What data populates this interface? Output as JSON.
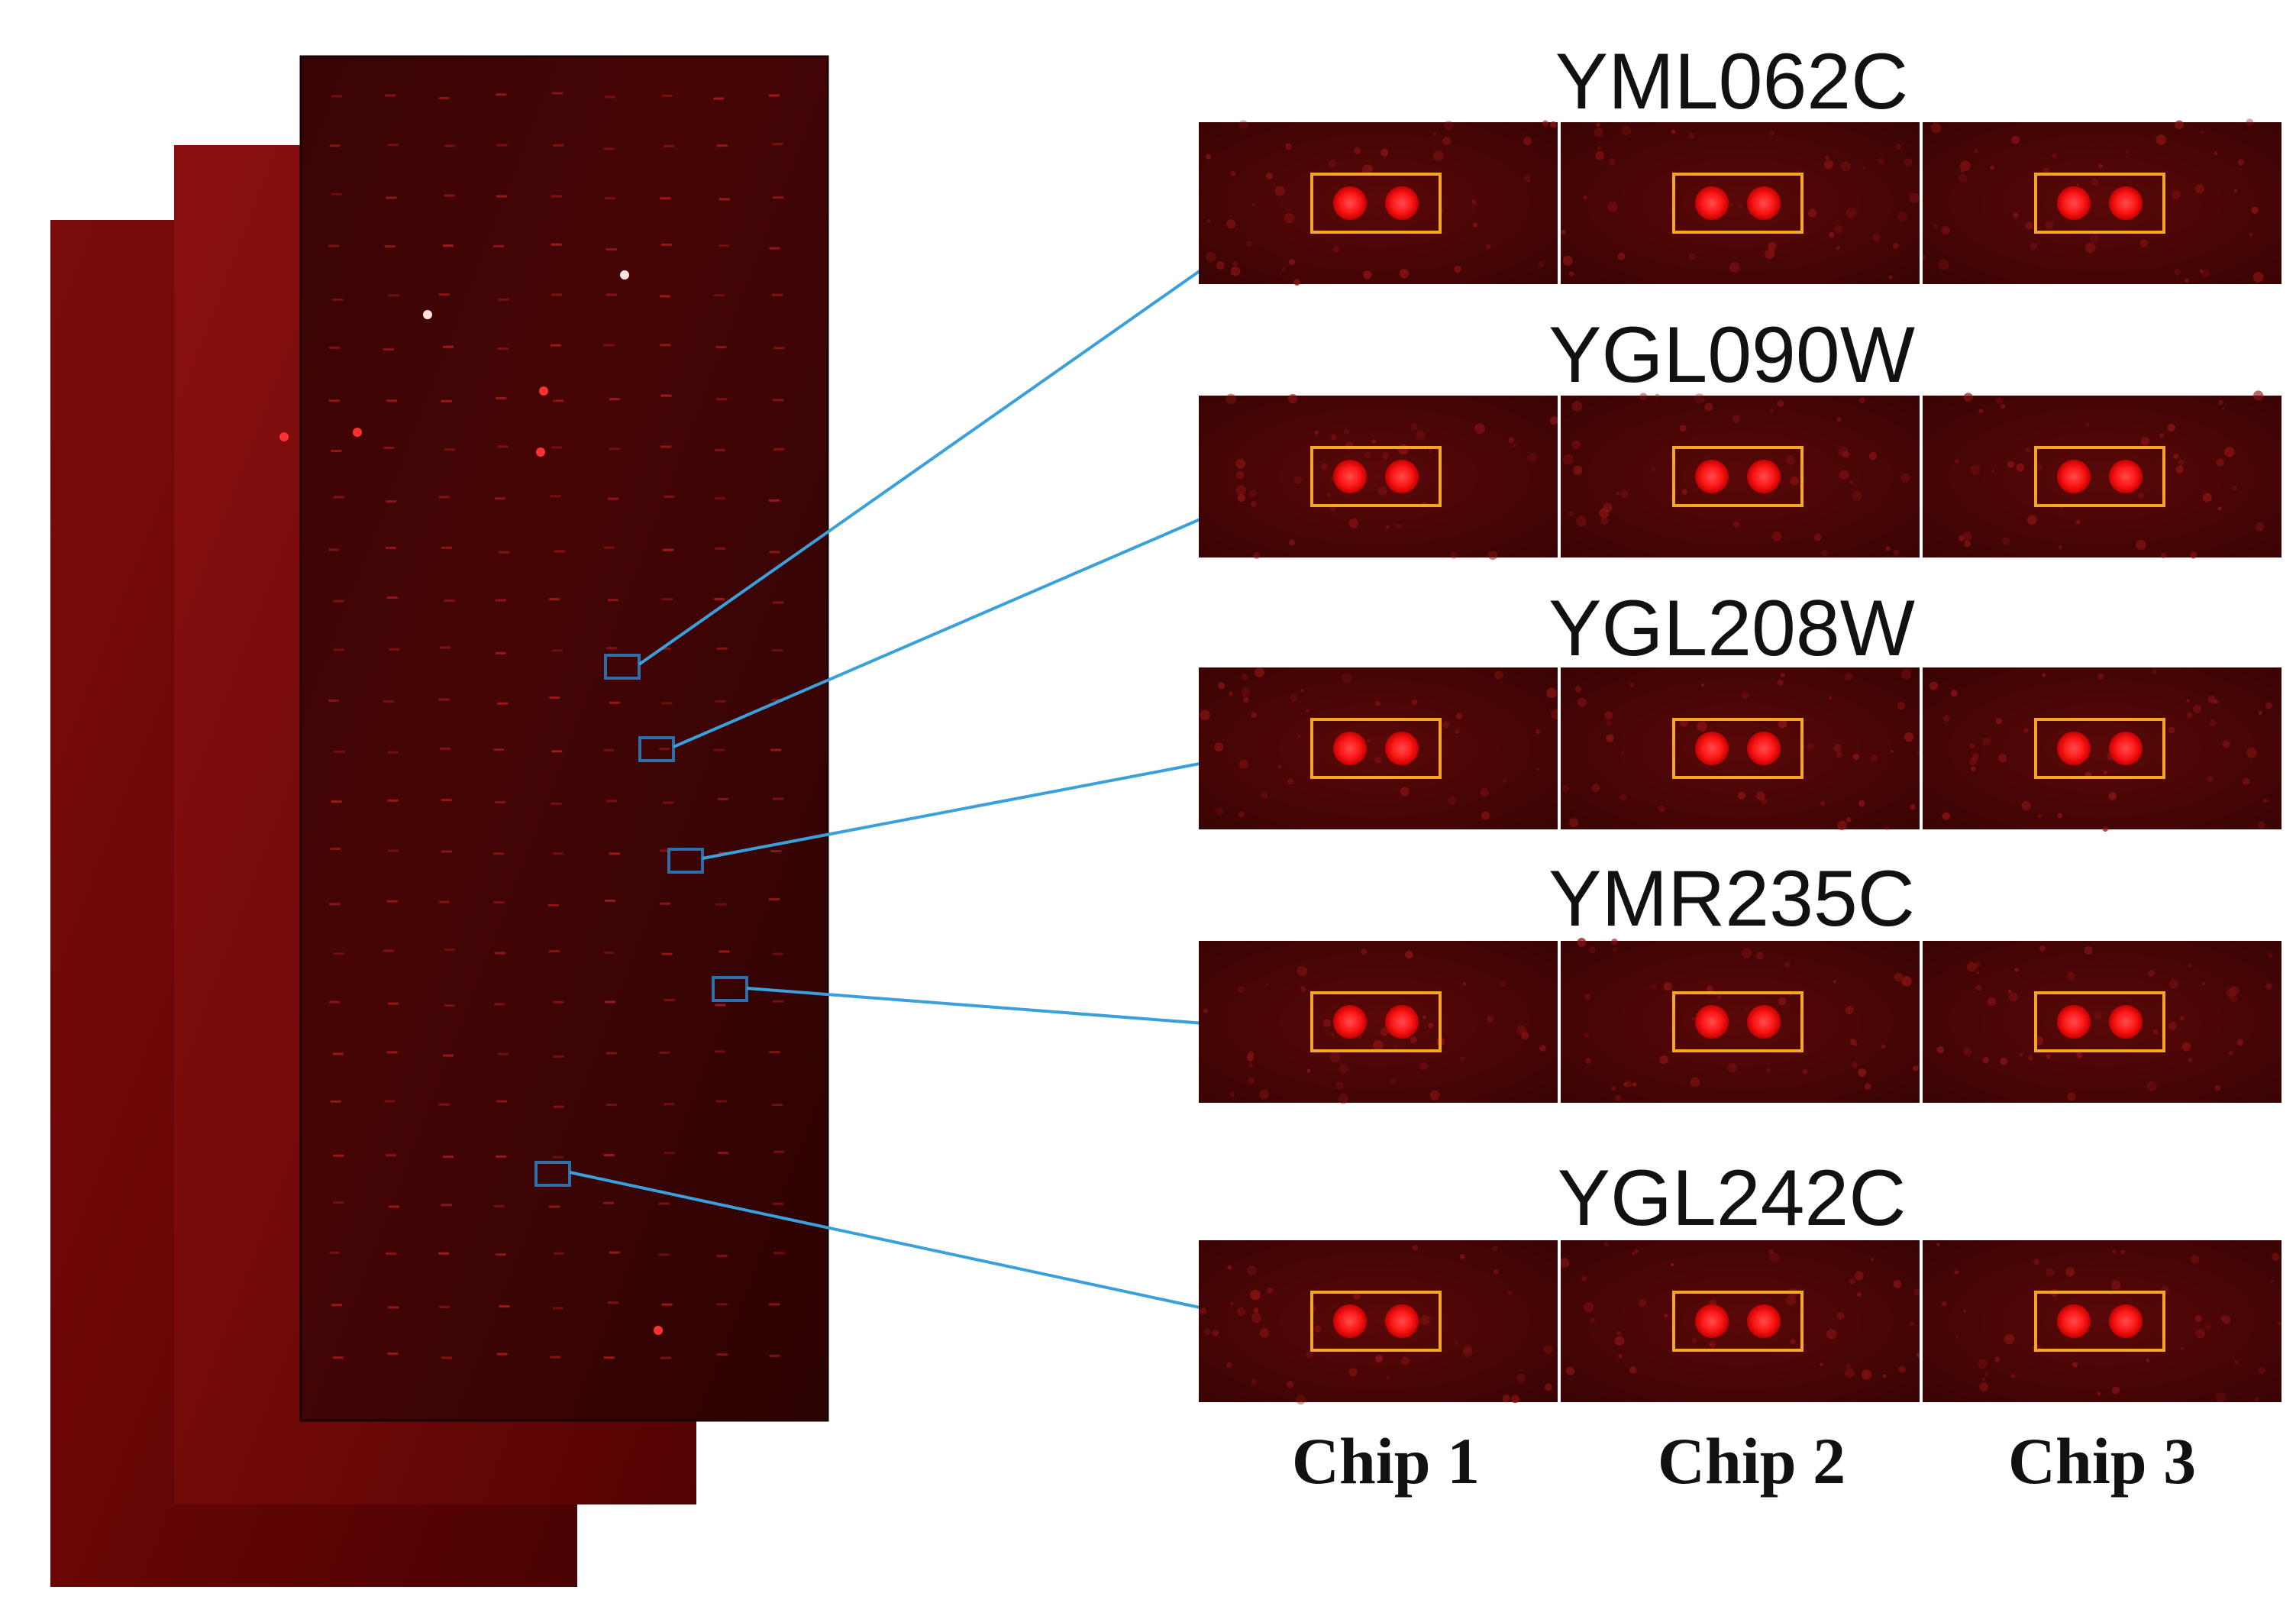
{
  "figure": {
    "chip_stack_count": 3,
    "colors": {
      "background": "#ffffff",
      "array_red": "#8a0e0e",
      "spot_red": "#ff1a1a",
      "highlight_box": "#f5a623",
      "pointer_box": "#2f6ea6",
      "arrow": "#3aa0dc"
    }
  },
  "genes": [
    {
      "id": "YML062C"
    },
    {
      "id": "YGL090W"
    },
    {
      "id": "YGL208W"
    },
    {
      "id": "YMR235C"
    },
    {
      "id": "YGL242C"
    }
  ],
  "chips": [
    "Chip 1",
    "Chip 2",
    "Chip 3"
  ]
}
